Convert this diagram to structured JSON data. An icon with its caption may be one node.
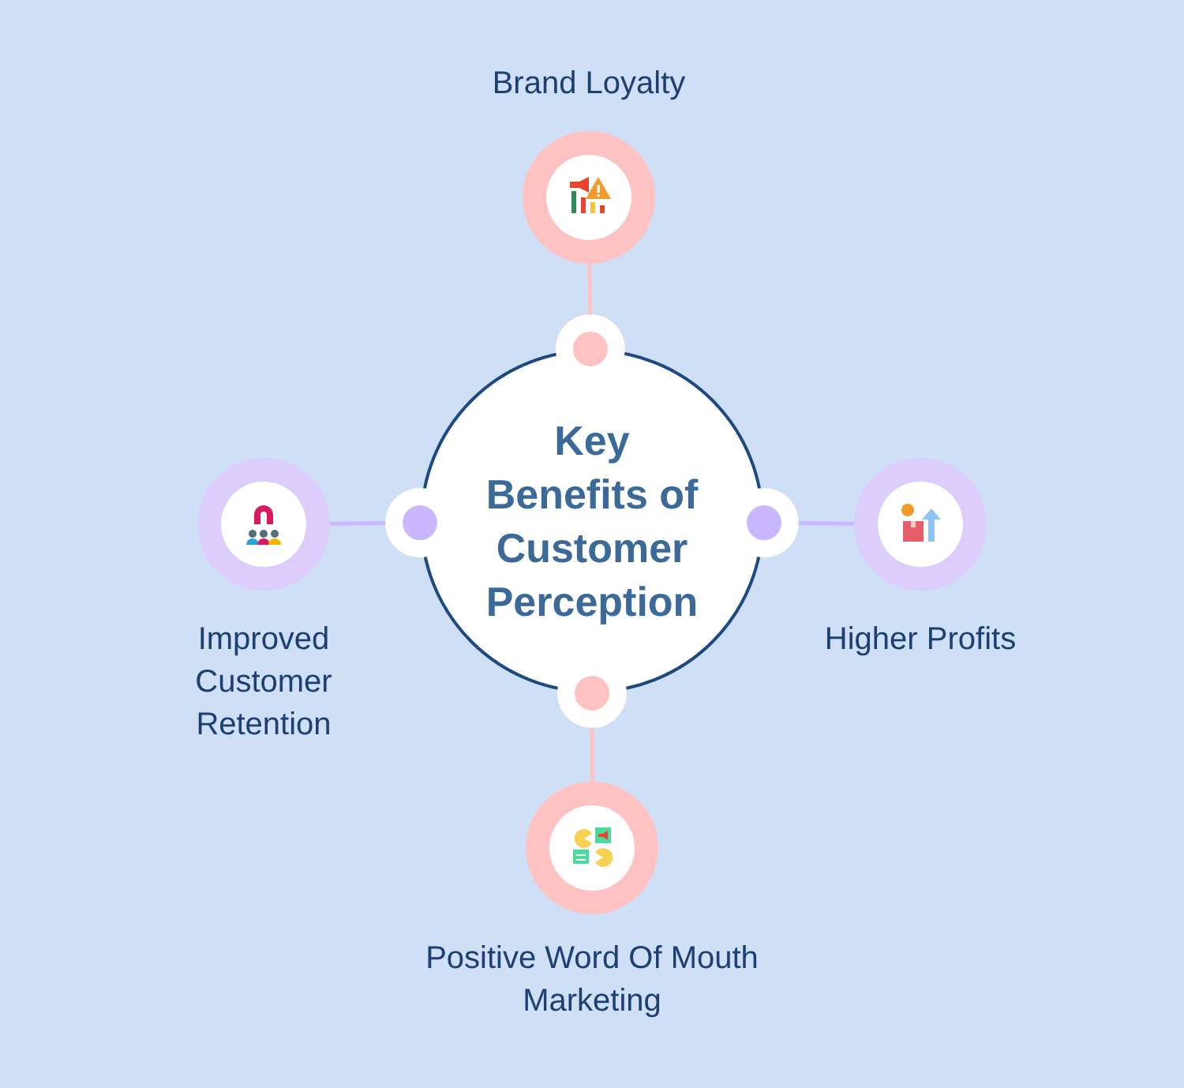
{
  "diagram": {
    "nodes": [
      {
        "text": [
          "Key Benefits of Customer Perception"
        ]
      },
      {
        "text": [],
        "shape": "circle",
        "beside": [
          "Brand Loyalty"
        ]
      },
      {
        "text": [],
        "shape": "circle",
        "beside": [
          "Improved Customer Retention"
        ]
      },
      {
        "text": [],
        "shape": "circle",
        "beside": [
          "Higher Profits"
        ]
      },
      {
        "text": [],
        "shape": "circle",
        "beside": [
          "Positive Word Of Mouth Marketing"
        ]
      }
    ],
    "edges": [
      {
        "from": 0,
        "to": 1,
        "arrow": "other",
        "color": "#ffc2c2"
      },
      {
        "from": 0,
        "to": 2,
        "arrow": "other",
        "color": "#c9b8ff"
      },
      {
        "from": 0,
        "to": 3,
        "arrow": "other",
        "color": "#c9b8ff"
      },
      {
        "from": 0,
        "to": 4,
        "arrow": "other",
        "color": "#ffc2c2"
      }
    ]
  }
}
